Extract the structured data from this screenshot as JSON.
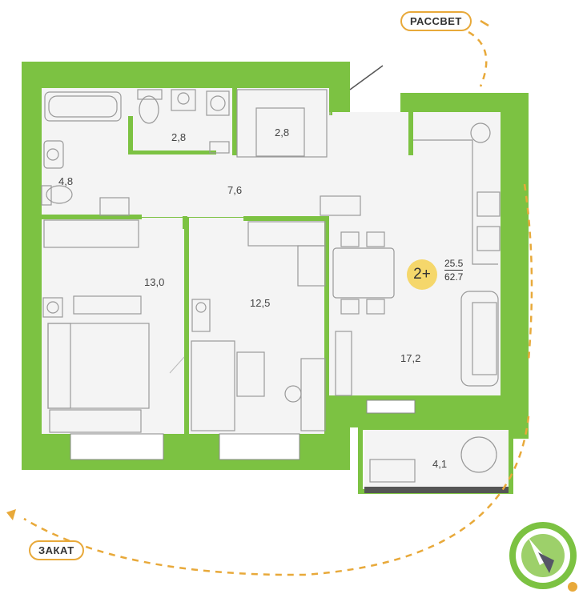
{
  "badges": {
    "sunrise": "РАССВЕТ",
    "sunset": "ЗАКАТ"
  },
  "apartment": {
    "type": "2+",
    "living_area": "25.5",
    "total_area": "62.7"
  },
  "rooms": {
    "bathroom": "4,8",
    "toilet": "2,8",
    "wardrobe": "2,8",
    "hallway": "7,6",
    "bedroom": "13,0",
    "room2": "12,5",
    "kitchen_living": "17,2",
    "balcony": "4,1"
  },
  "colors": {
    "wall": "#7cc242",
    "accent": "#e8a93a",
    "badge_fill": "#f5d76b",
    "floor": "#f4f4f4"
  },
  "icons": [
    "compass-icon",
    "sun-icon"
  ]
}
